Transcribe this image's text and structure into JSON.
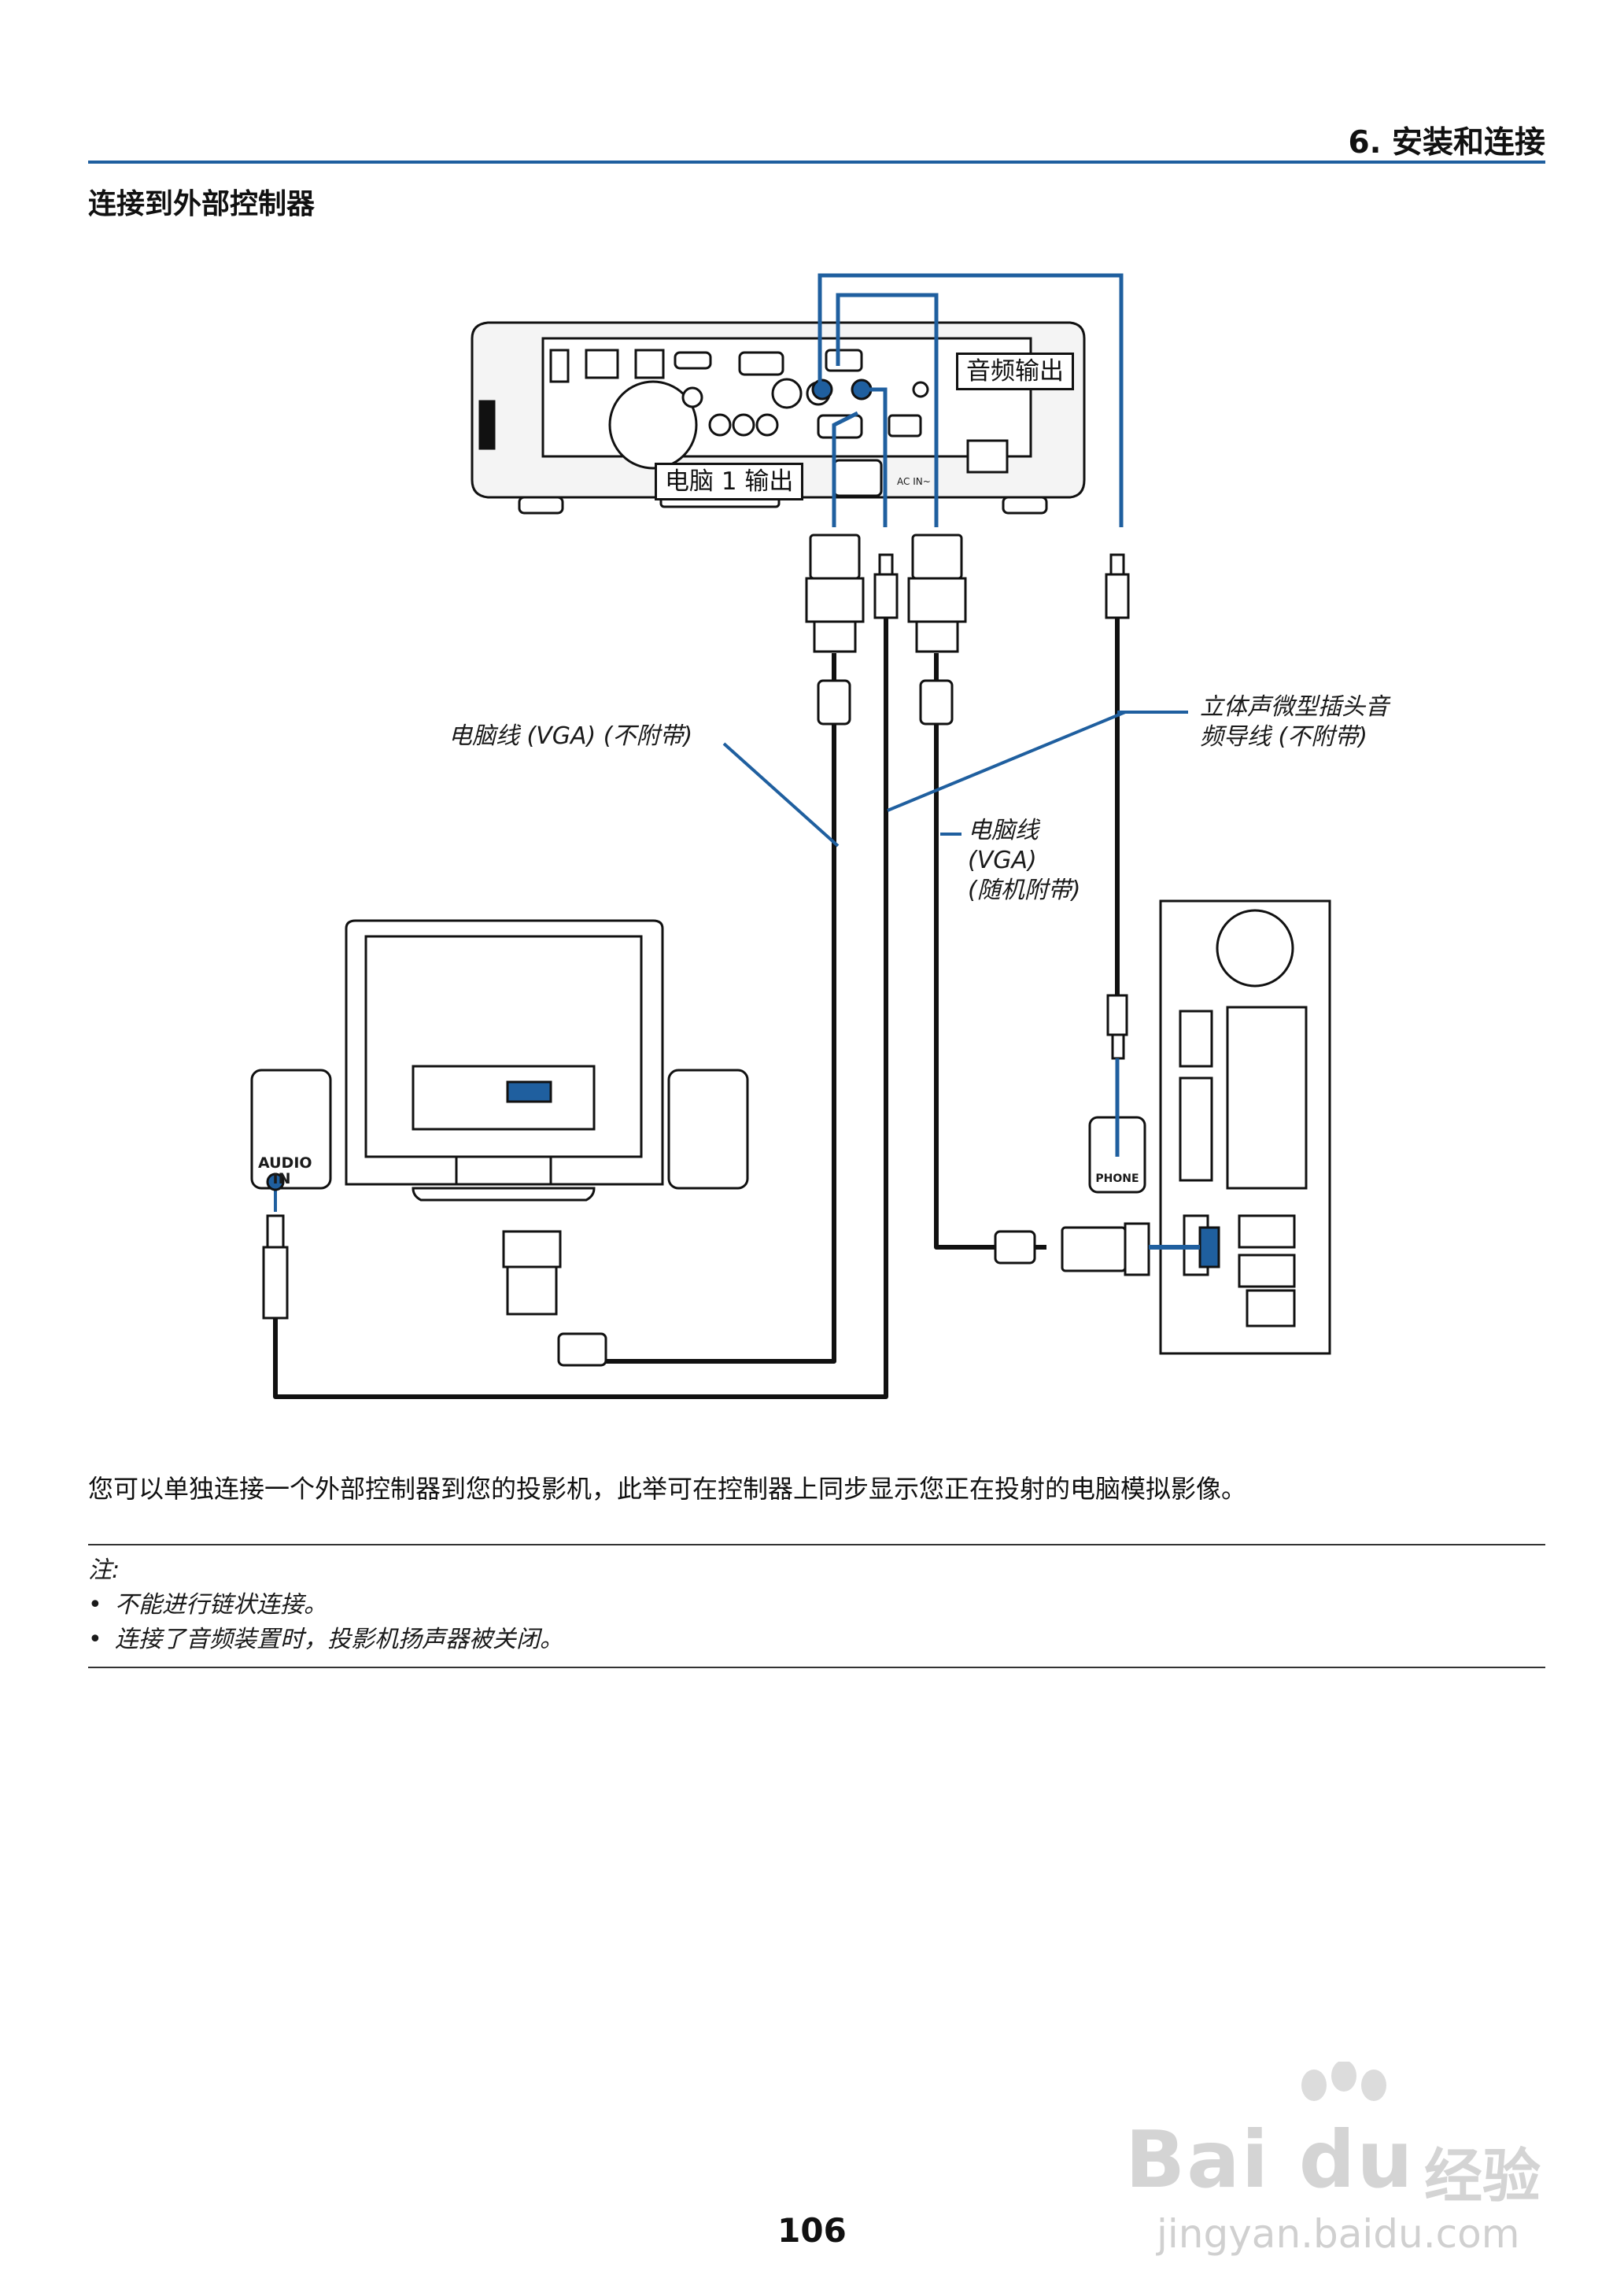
{
  "header": {
    "section_title": "6. 安装和连接",
    "page_title": "连接到外部控制器"
  },
  "diagram": {
    "callouts": {
      "audio_out": "音频输出",
      "computer1_out": "电脑 1 输出"
    },
    "labels": {
      "vga_cable_not_supplied": "电脑线 (VGA) (不附带)",
      "stereo_mini_cable_line1": "立体声微型插头音",
      "stereo_mini_cable_line2": "频导线 (不附带)",
      "vga_supplied_line1": "电脑线",
      "vga_supplied_line2": "(VGA)",
      "vga_supplied_line3": "(随机附带)",
      "audio_in_line1": "AUDIO",
      "audio_in_line2": "IN",
      "phone": "PHONE",
      "ac_in": "AC IN~"
    },
    "colors": {
      "accent_blue": "#1f5f9f",
      "cable": "#111111"
    }
  },
  "body": {
    "paragraph": "您可以单独连接一个外部控制器到您的投影机，此举可在控制器上同步显示您正在投射的电脑模拟影像。"
  },
  "notes": {
    "title": "注:",
    "items": [
      "不能进行链状连接。",
      "连接了音频装置时，投影机扬声器被关闭。"
    ]
  },
  "footer": {
    "page_number": "106"
  },
  "watermark": {
    "brand": "Bai du",
    "brand_cn": "经验",
    "url": "jingyan.baidu.com"
  }
}
